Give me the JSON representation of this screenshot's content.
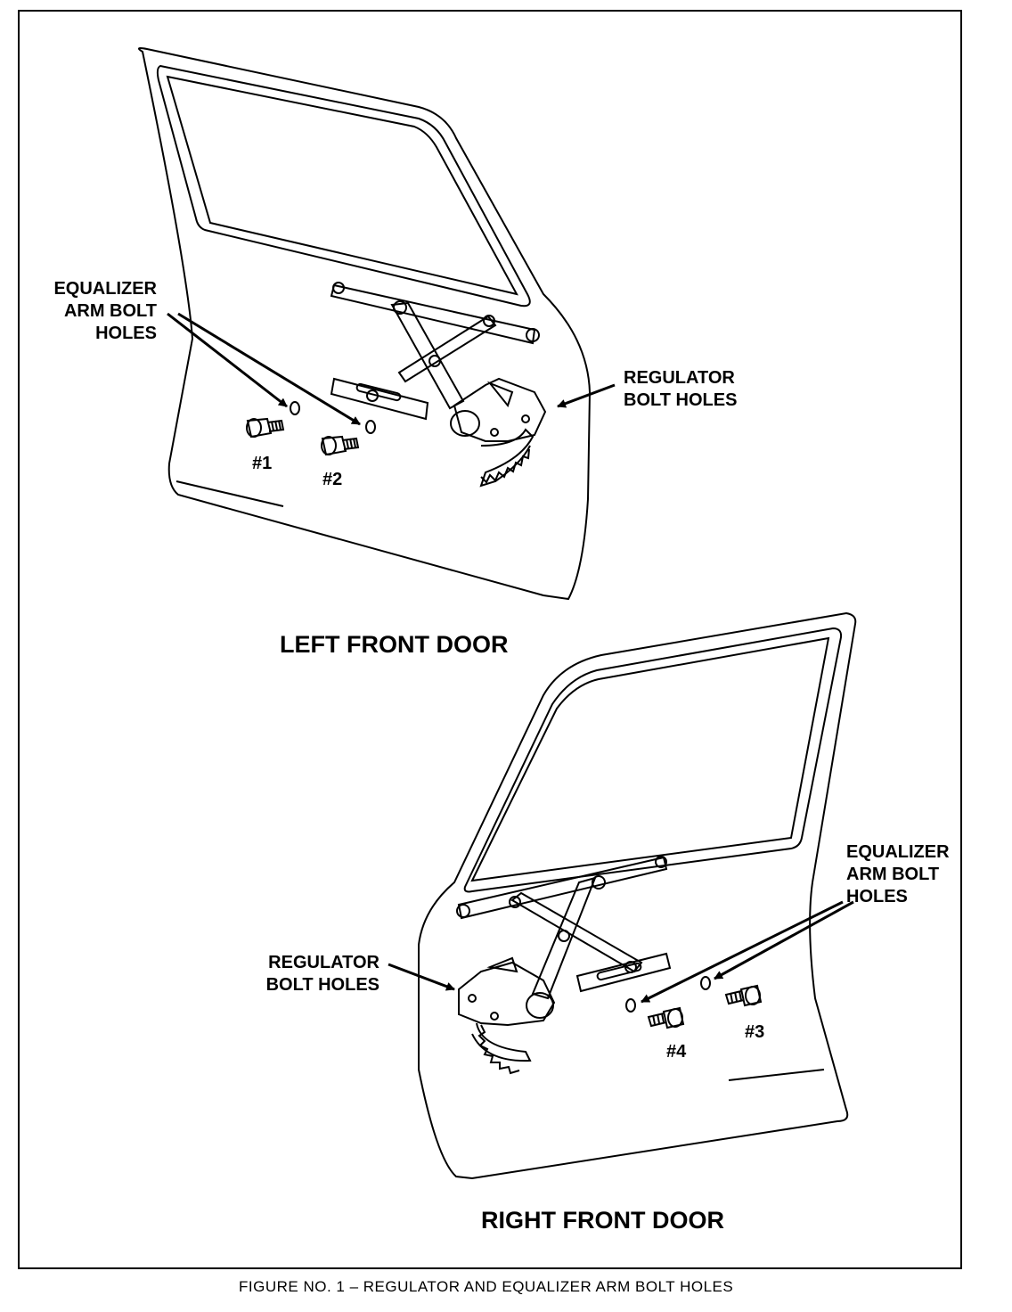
{
  "left_door": {
    "title": "LEFT FRONT DOOR",
    "equalizer_label": "EQUALIZER\nARM BOLT\nHOLES",
    "regulator_label": "REGULATOR\nBOLT HOLES",
    "bolt_1": "#1",
    "bolt_2": "#2"
  },
  "right_door": {
    "title": "RIGHT FRONT DOOR",
    "equalizer_label": "EQUALIZER\nARM BOLT\nHOLES",
    "regulator_label": "REGULATOR\nBOLT HOLES",
    "bolt_3": "#3",
    "bolt_4": "#4"
  },
  "caption": "FIGURE NO. 1 – REGULATOR AND EQUALIZER ARM BOLT HOLES"
}
